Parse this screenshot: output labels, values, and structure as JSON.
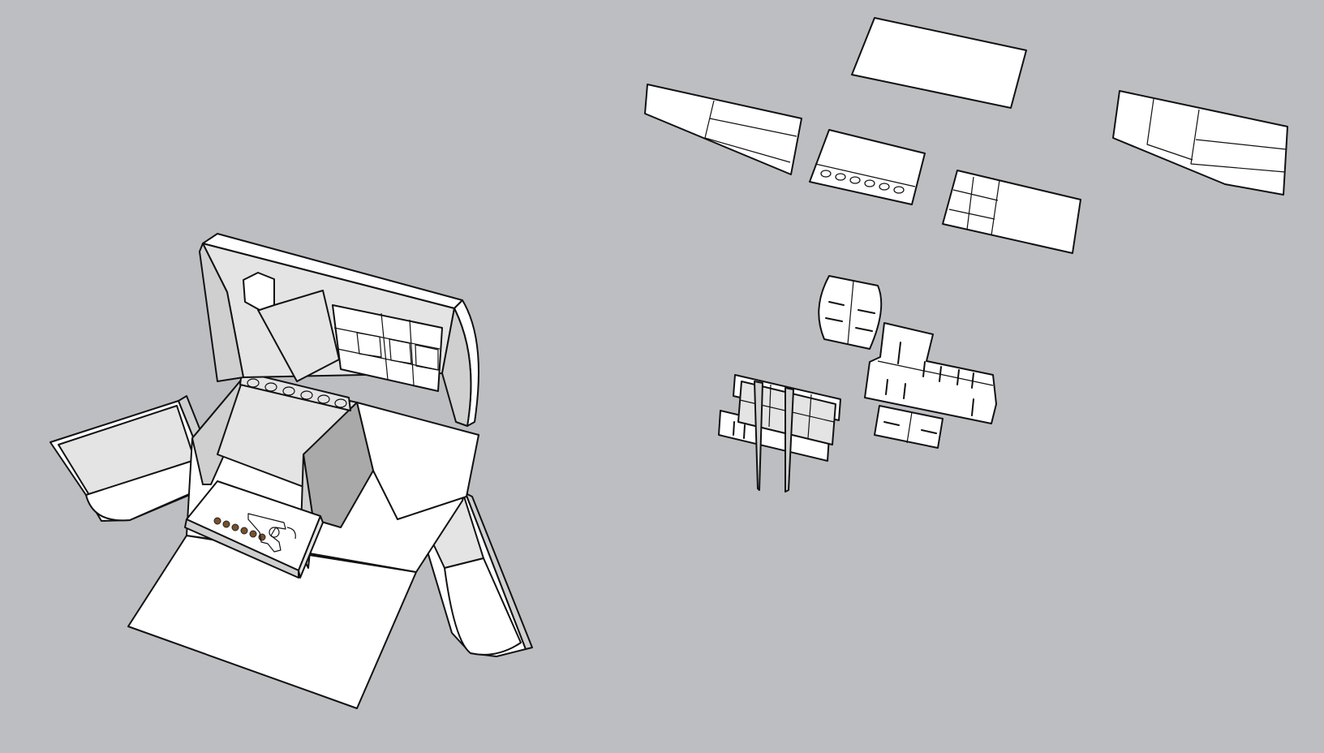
{
  "scene": {
    "background_color": "#bdbec2",
    "edge_color": "#111111",
    "face_color": "#ffffff",
    "shade_colors": [
      "#e4e4e4",
      "#cfcfcf",
      "#a9a9a9"
    ],
    "render_style": "shaded with edges",
    "components": [
      "open-gun-case-assembly",
      "revolver-model",
      "cartridge-row",
      "flat-panel-parts",
      "interlocking-divider-parts"
    ]
  }
}
